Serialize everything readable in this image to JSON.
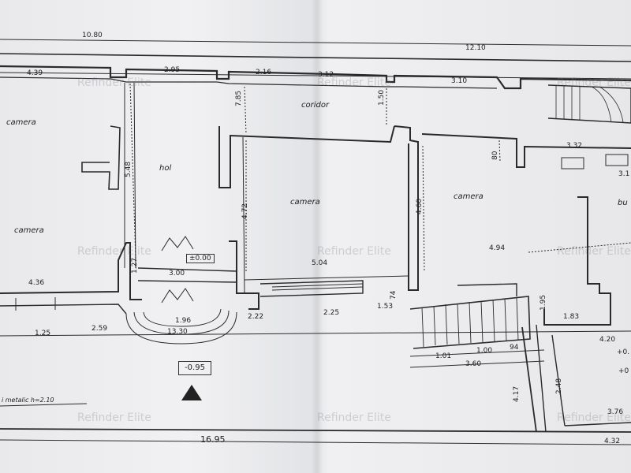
{
  "rooms": {
    "camera_top_left": "camera",
    "camera_left": "camera",
    "hol": "hol",
    "coridor": "coridor",
    "camera_center": "camera",
    "camera_right": "camera",
    "baie_partial": "bu"
  },
  "dimensions": {
    "top_total_left": "10.80",
    "top_total_right": "12.10",
    "d_4_39": "4.39",
    "d_2_95": "2.95",
    "d_2_16": "2.16",
    "d_3_12": "3.12",
    "d_3_10": "3.10",
    "d_7_85": "7.85",
    "d_1_50": "1.50",
    "d_5_48": "5.48",
    "d_4_72": "4.72",
    "d_4_60": "4.60",
    "d_80": "80",
    "d_3_32": "3.32",
    "d_3_1": "3.1",
    "d_4_94": "4.94",
    "d_5_04": "5.04",
    "d_4_36": "4.36",
    "d_3_00": "3.00",
    "d_1_27": "1.27",
    "d_1_25": "1.25",
    "d_2_59": "2.59",
    "d_1_96": "1.96",
    "d_13_30": "13.30",
    "d_2_22": "2.22",
    "d_2_25": "2.25",
    "d_1_53": "1.53",
    "d_74": "74",
    "d_1_95": "1.95",
    "d_1_83": "1.83",
    "d_4_20": "4.20",
    "d_1_01": "1.01",
    "d_1_00": "1.00",
    "d_94": "94",
    "d_3_60": "3.60",
    "d_4_17": "4.17",
    "d_2_48": "2.48",
    "d_3_76": "3.76",
    "d_16_95": "16.95",
    "d_4_32": "4.32",
    "d_plus_0": "+0.",
    "d_plus_0b": "+0"
  },
  "levels": {
    "hol_level": "±0.00",
    "exterior_level": "-0.95"
  },
  "notes": {
    "metal_note": "i metalic h=2.10"
  },
  "watermark": "Refinder Elite"
}
